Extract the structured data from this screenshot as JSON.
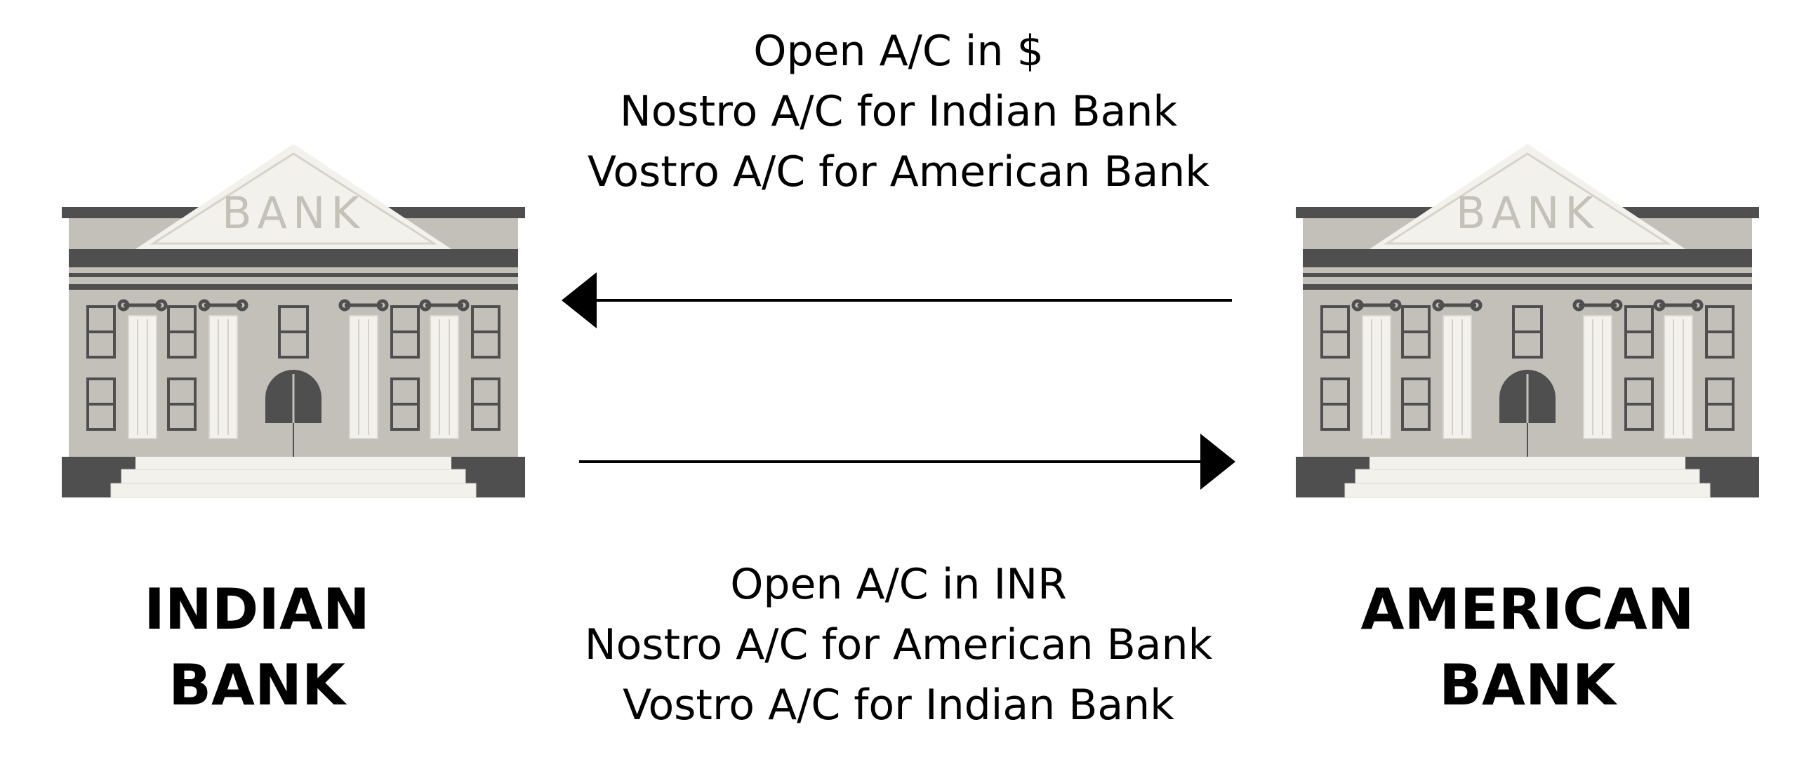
{
  "banks": {
    "left": {
      "sign": "BANK",
      "name_line1": "INDIAN",
      "name_line2": "BANK"
    },
    "right": {
      "sign": "BANK",
      "name_line1": "AMERICAN",
      "name_line2": "BANK"
    }
  },
  "flows": {
    "top": {
      "line1": "Open A/C in $",
      "line2": "Nostro A/C for Indian Bank",
      "line3": "Vostro A/C for American Bank"
    },
    "bottom": {
      "line1": "Open A/C in INR",
      "line2": "Nostro A/C for American Bank",
      "line3": "Vostro A/C for Indian Bank"
    }
  },
  "colors": {
    "building_wall": "#c2c0b8",
    "building_dark": "#4f4f4f",
    "building_light": "#f3f1ec",
    "sign_text": "#c4c1b9",
    "arrow": "#000000"
  },
  "icons": {
    "building": "bank-building-icon",
    "arrow_left": "arrow-left-icon",
    "arrow_right": "arrow-right-icon"
  }
}
